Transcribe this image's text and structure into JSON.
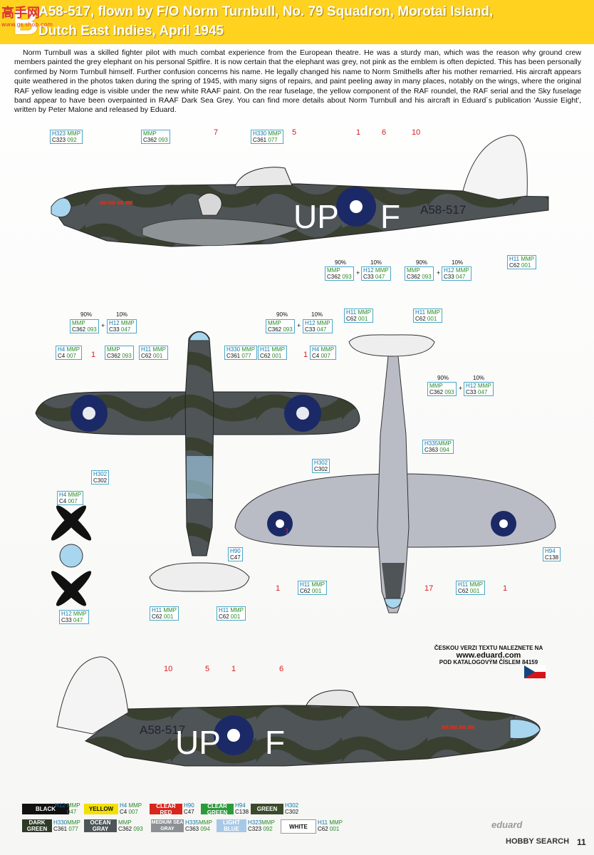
{
  "watermark": {
    "chinese": "高手网",
    "site": "www.gs.shop.com"
  },
  "header": {
    "letter": "B",
    "line1": "A58-517, flown by F/O Norm Turnbull, No. 79 Squadron, Morotai Island,",
    "line2": "Dutch East Indies, April 1945"
  },
  "description": "Norm Turnbull was a skilled fighter pilot with much combat experience from the European theatre. He was a sturdy man, which was the reason why ground crew members painted the grey elephant on his personal Spitfire. It is now certain that the elephant was grey, not pink as the emblem is often depicted. This has been personally confirmed by Norm Turnbull himself. Further confusion concerns his name. He legally changed his name to Norm Smithells after his mother remarried. His aircraft appears quite weathered in the photos taken during the spring of 1945, with many signs of repairs, and paint peeling away in many places, notably on the wings, where the original RAF yellow leading edge is visible under the new white RAAF paint. On the rear fuselage, the yellow component of the RAF roundel, the RAF serial and the Sky fuselage band appear to have been overpainted in RAAF Dark Sea Grey. You can find more details about Norm Turnbull and his aircraft in Eduard´s publication 'Aussie Eight', written by Peter Malone and released by Eduard.",
  "aircraft": {
    "codes": "UP",
    "letter": "F",
    "serial": "A58-517"
  },
  "labels": [
    {
      "h": "H323",
      "m": "MMP",
      "c": "C323",
      "m2": "092"
    },
    {
      "h": "",
      "m": "MMP",
      "c": "C362",
      "m2": "093"
    },
    {
      "h": "H330",
      "m": "MMP",
      "c": "C361",
      "m2": "077"
    },
    {
      "h": "H11",
      "m": "MMP",
      "c": "C62",
      "m2": "001"
    },
    {
      "h": "",
      "m": "MMP",
      "c": "C362",
      "m2": "093"
    },
    {
      "h": "H12",
      "m": "MMP",
      "c": "C33",
      "m2": "047"
    },
    {
      "h": "",
      "m": "MMP",
      "c": "C362",
      "m2": "093"
    },
    {
      "h": "H12",
      "m": "MMP",
      "c": "C33",
      "m2": "047"
    },
    {
      "h": "",
      "m": "MMP",
      "c": "C362",
      "m2": "093"
    },
    {
      "h": "H12",
      "m": "MMP",
      "c": "C33",
      "m2": "047"
    },
    {
      "h": "H4",
      "m": "MMP",
      "c": "C4",
      "m2": "007"
    },
    {
      "h": "",
      "m": "MMP",
      "c": "C362",
      "m2": "093"
    },
    {
      "h": "H11",
      "m": "MMP",
      "c": "C62",
      "m2": "001"
    },
    {
      "h": "H330",
      "m": "MMP",
      "c": "C361",
      "m2": "077"
    },
    {
      "h": "H11",
      "m": "MMP",
      "c": "C62",
      "m2": "001"
    },
    {
      "h": "H4",
      "m": "MMP",
      "c": "C4",
      "m2": "007"
    },
    {
      "h": "",
      "m": "MMP",
      "c": "C362",
      "m2": "093"
    },
    {
      "h": "H12",
      "m": "MMP",
      "c": "C33",
      "m2": "047"
    },
    {
      "h": "H11",
      "m": "MMP",
      "c": "C62",
      "m2": "001"
    },
    {
      "h": "H11",
      "m": "MMP",
      "c": "C62",
      "m2": "001"
    },
    {
      "h": "",
      "m": "MMP",
      "c": "C362",
      "m2": "093"
    },
    {
      "h": "H12",
      "m": "MMP",
      "c": "C33",
      "m2": "047"
    },
    {
      "h": "H302",
      "m": "",
      "c": "C302",
      "m2": ""
    },
    {
      "h": "H302",
      "m": "",
      "c": "C302",
      "m2": ""
    },
    {
      "h": "H335",
      "m": "MMP",
      "c": "C363",
      "m2": "094"
    },
    {
      "h": "H4",
      "m": "MMP",
      "c": "C4",
      "m2": "007"
    },
    {
      "h": "H12",
      "m": "MMP",
      "c": "C33",
      "m2": "047"
    },
    {
      "h": "H90",
      "m": "",
      "c": "C47",
      "m2": ""
    },
    {
      "h": "H11",
      "m": "MMP",
      "c": "C62",
      "m2": "001"
    },
    {
      "h": "H11",
      "m": "MMP",
      "c": "C62",
      "m2": "001"
    },
    {
      "h": "H11",
      "m": "MMP",
      "c": "C62",
      "m2": "001"
    },
    {
      "h": "H11",
      "m": "MMP",
      "c": "C62",
      "m2": "001"
    },
    {
      "h": "H94",
      "m": "",
      "c": "C138",
      "m2": ""
    }
  ],
  "percents": {
    "p90": "90%",
    "p10": "10%",
    "plus": "+"
  },
  "numbers": [
    "7",
    "5",
    "1",
    "6",
    "10",
    "1",
    "1",
    "1",
    "1",
    "17",
    "1",
    "10",
    "5",
    "1",
    "6"
  ],
  "czech": {
    "line1": "ČESKOU VERZI TEXTU NALEZNETE NA",
    "url": "www.eduard.com",
    "line2": "POD KATALOGOVÝM ČÍSLEM 84159"
  },
  "swatches": [
    {
      "name": "BLACK",
      "h": "H12",
      "m": "MMP",
      "c": "C33",
      "n": "047",
      "bg": "#111111",
      "fg": "#ffffff"
    },
    {
      "name": "YELLOW",
      "h": "H4",
      "m": "MMP",
      "c": "C4",
      "n": "007",
      "bg": "#f4e000",
      "fg": "#111111"
    },
    {
      "name": "CLEAR RED",
      "h": "H90",
      "m": "",
      "c": "C47",
      "n": "",
      "bg": "#d8261c",
      "fg": "#ffffff"
    },
    {
      "name": "CLEAR GREEN",
      "h": "H94",
      "m": "",
      "c": "C138",
      "n": "",
      "bg": "#2c9a3a",
      "fg": "#ffffff"
    },
    {
      "name": "GREEN",
      "h": "H302",
      "m": "",
      "c": "C302",
      "n": "",
      "bg": "#3c4a2c",
      "fg": "#ffffff"
    },
    {
      "name": "DARK GREEN",
      "h": "H330",
      "m": "MMP",
      "c": "C361",
      "n": "077",
      "bg": "#2e3a26",
      "fg": "#ffffff"
    },
    {
      "name": "OCEAN GRAY",
      "h": "",
      "m": "MMP",
      "c": "C362",
      "n": "093",
      "bg": "#4e5558",
      "fg": "#ffffff"
    },
    {
      "name": "MEDIUM SEA GRAY",
      "h": "H335",
      "m": "MMP",
      "c": "C363",
      "n": "094",
      "bg": "#8c9094",
      "fg": "#ffffff"
    },
    {
      "name": "LIGHT BLUE",
      "h": "H323",
      "m": "MMP",
      "c": "C323",
      "n": "092",
      "bg": "#a7c8e8",
      "fg": "#ffffff"
    },
    {
      "name": "WHITE",
      "h": "H11",
      "m": "MMP",
      "c": "C62",
      "n": "001",
      "bg": "#ffffff",
      "fg": "#111111"
    }
  ],
  "brand": "eduard",
  "hobby": "HOBBY SEARCH",
  "page_number": "11"
}
